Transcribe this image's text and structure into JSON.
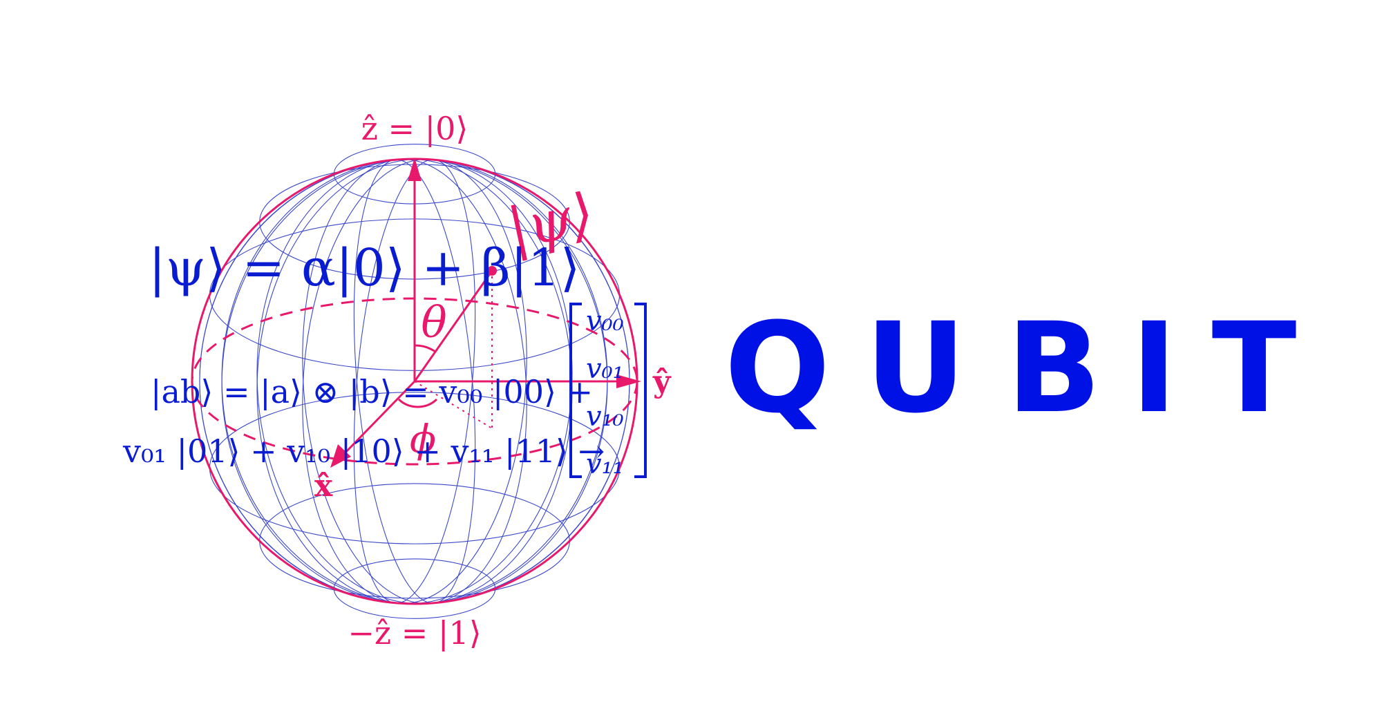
{
  "colors": {
    "magenta": "#e8186b",
    "blue": "#0a1ccf",
    "grid_blue": "#3b47c9",
    "title_blue": "#0011e6",
    "background": "#ffffff"
  },
  "bloch": {
    "axis_z_top": "ẑ = |0⟩",
    "axis_z_bottom": "−ẑ = |1⟩",
    "axis_x": "x̂",
    "axis_y": "ŷ",
    "state_label": "|ψ⟩",
    "theta": "θ",
    "phi": "ϕ"
  },
  "equations": {
    "superposition": "|ψ⟩ = α|0⟩ + β|1⟩",
    "tensor_line1": "|ab⟩ = |a⟩ ⊗ |b⟩ = v₀₀ |00⟩ +",
    "tensor_line2": "v₀₁ |01⟩ + v₁₀ |10⟩ + v₁₁ |11⟩ →"
  },
  "vector": {
    "entries": [
      "v₀₀",
      "v₀₁",
      "v₁₀",
      "v₁₁"
    ]
  },
  "title": {
    "letters": [
      "Q",
      "U",
      "B",
      "I",
      "T"
    ]
  }
}
